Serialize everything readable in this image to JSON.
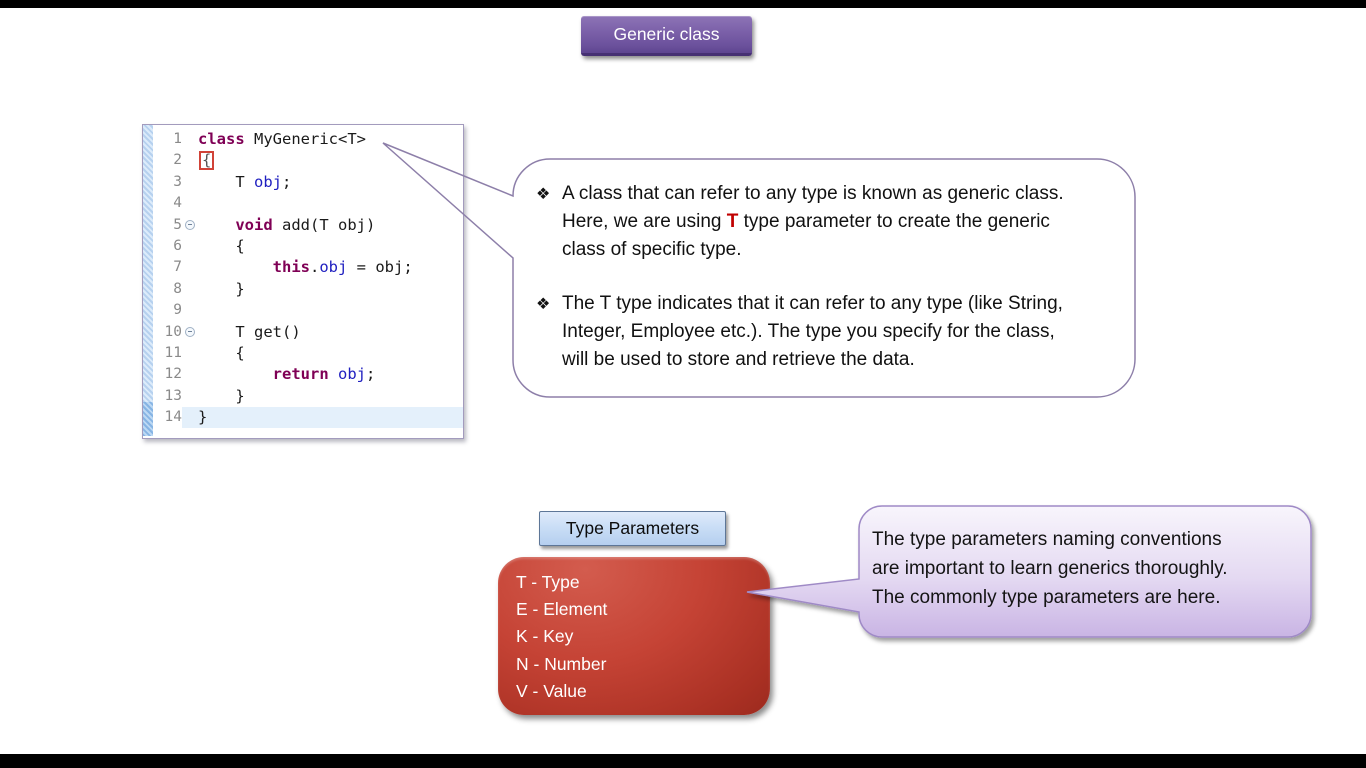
{
  "title": {
    "label": "Generic class"
  },
  "colors": {
    "title_purple": "#7a5fa8",
    "callout_border_purple": "#8d7fa9",
    "lavender_top": "#f8f5fc",
    "lavender_bottom": "#cdb9e5",
    "red_box": "#c54335",
    "blue_label": "#cadef6",
    "keyword": "#7f0055",
    "field_blue": "#2020c0",
    "highlight_red_t": "#c00000"
  },
  "code_editor": {
    "lines": [
      {
        "num": "1",
        "segments": [
          {
            "text": "class ",
            "type": "keyword"
          },
          {
            "text": "MyGeneric<T>",
            "type": "plain"
          }
        ]
      },
      {
        "num": "2",
        "segments": [
          {
            "text": "{",
            "type": "bracket-highlight"
          }
        ]
      },
      {
        "num": "3",
        "segments": [
          {
            "text": "    T ",
            "type": "plain"
          },
          {
            "text": "obj",
            "type": "field"
          },
          {
            "text": ";",
            "type": "plain"
          }
        ]
      },
      {
        "num": "4",
        "segments": []
      },
      {
        "num": "5",
        "fold": true,
        "segments": [
          {
            "text": "    ",
            "type": "plain"
          },
          {
            "text": "void ",
            "type": "keyword"
          },
          {
            "text": "add(T obj)",
            "type": "plain"
          }
        ]
      },
      {
        "num": "6",
        "segments": [
          {
            "text": "    {",
            "type": "plain"
          }
        ]
      },
      {
        "num": "7",
        "segments": [
          {
            "text": "        ",
            "type": "plain"
          },
          {
            "text": "this",
            "type": "keyword"
          },
          {
            "text": ".",
            "type": "plain"
          },
          {
            "text": "obj",
            "type": "field"
          },
          {
            "text": " = obj;",
            "type": "plain"
          }
        ]
      },
      {
        "num": "8",
        "segments": [
          {
            "text": "    }",
            "type": "plain"
          }
        ]
      },
      {
        "num": "9",
        "segments": []
      },
      {
        "num": "10",
        "fold": true,
        "segments": [
          {
            "text": "    T get()",
            "type": "plain"
          }
        ]
      },
      {
        "num": "11",
        "segments": [
          {
            "text": "    {",
            "type": "plain"
          }
        ]
      },
      {
        "num": "12",
        "segments": [
          {
            "text": "        ",
            "type": "plain"
          },
          {
            "text": "return ",
            "type": "keyword"
          },
          {
            "text": "obj",
            "type": "field"
          },
          {
            "text": ";",
            "type": "plain"
          }
        ]
      },
      {
        "num": "13",
        "segments": [
          {
            "text": "    }",
            "type": "plain"
          }
        ]
      },
      {
        "num": "14",
        "current": true,
        "segments": [
          {
            "text": "}",
            "type": "plain"
          }
        ]
      }
    ]
  },
  "main_callout": {
    "bullet_char": "❖",
    "bullets": [
      {
        "lines": [
          [
            {
              "t": "A class that can refer to any type is known as generic class."
            }
          ],
          [
            {
              "t": "Here, we are using "
            },
            {
              "t": "T",
              "c": "em-red"
            },
            {
              "t": " type parameter to create the generic"
            }
          ],
          [
            {
              "t": "class of specific type."
            }
          ]
        ]
      },
      {
        "lines": [
          [
            {
              "t": "The T type indicates that it can refer to any type (like String,"
            }
          ],
          [
            {
              "t": "Integer, Employee etc.).  The type you specify for the class,"
            }
          ],
          [
            {
              "t": "will be used to store and retrieve the data."
            }
          ]
        ]
      }
    ]
  },
  "type_parameters": {
    "label": "Type Parameters",
    "items": [
      "T - Type",
      "E - Element",
      "K - Key",
      "N - Number",
      "V - Value"
    ]
  },
  "naming_callout": {
    "lines": [
      "The type parameters naming conventions",
      "are important to learn generics thoroughly.",
      "The commonly type parameters are here."
    ]
  }
}
